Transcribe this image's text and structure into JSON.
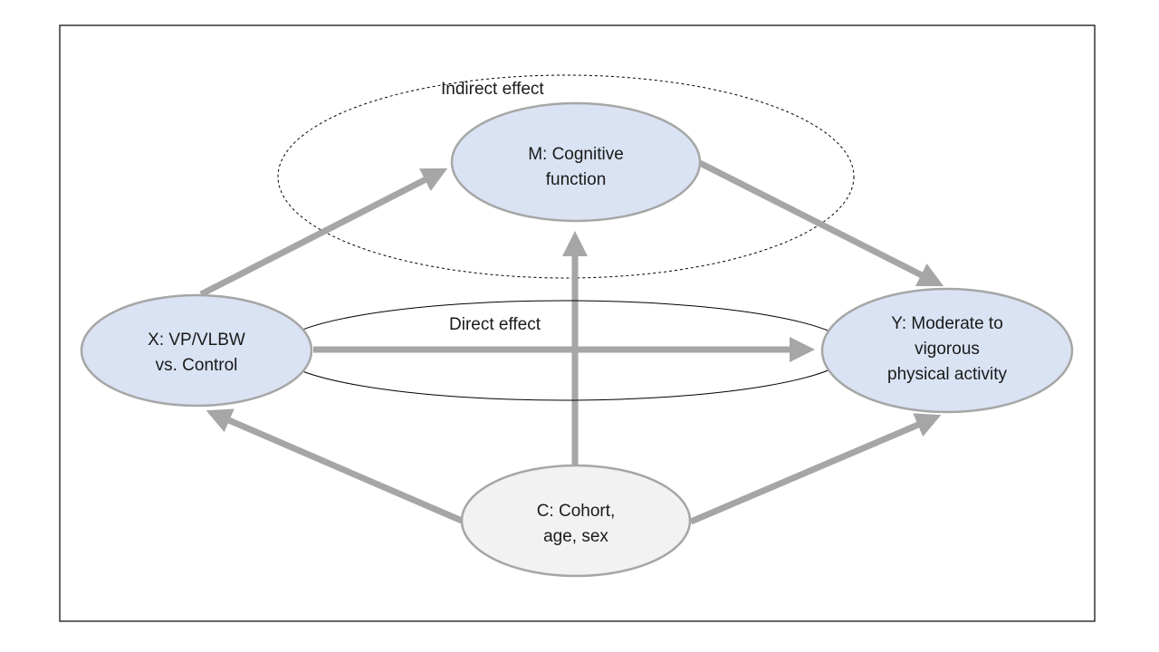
{
  "nodes": {
    "x": {
      "line1": "X: VP/VLBW",
      "line2": "vs. Control",
      "fill": "#dae3f3"
    },
    "m": {
      "line1": "M: Cognitive",
      "line2": "function",
      "fill": "#dae3f3"
    },
    "y": {
      "line1": "Y: Moderate to",
      "line2": "vigorous",
      "line3": "physical activity",
      "fill": "#dae3f3"
    },
    "c": {
      "line1": "C: Cohort,",
      "line2": "age, sex",
      "fill": "#f2f2f2"
    }
  },
  "labels": {
    "indirect": "Indirect effect",
    "direct": "Direct effect"
  },
  "colors": {
    "arrow": "#a6a6a6",
    "node_border": "#a6a6a6",
    "frame": "#000000"
  }
}
